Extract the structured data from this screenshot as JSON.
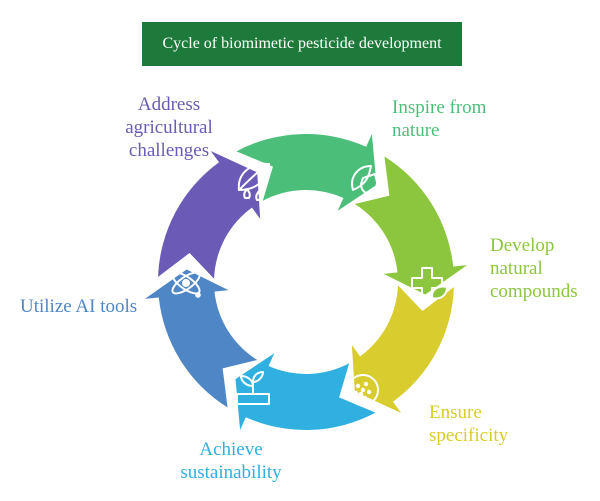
{
  "title": "Cycle of biomimetic pesticide development",
  "colors": {
    "title_bg": "#1e7a3a",
    "inspire": "#4bbf7a",
    "develop": "#8cc63f",
    "ensure": "#d8cc2e",
    "achieve": "#2fb0e0",
    "utilize": "#4f86c6",
    "address": "#6b5bb6"
  },
  "stages": [
    {
      "id": "inspire",
      "label_lines": [
        "Inspire from",
        "nature"
      ],
      "icon": "leaf-shield-icon"
    },
    {
      "id": "develop",
      "label_lines": [
        "Develop",
        "natural",
        "compounds"
      ],
      "icon": "medical-cross-leaf-icon"
    },
    {
      "id": "ensure",
      "label_lines": [
        "Ensure",
        "specificity"
      ],
      "icon": "dotted-target-icon"
    },
    {
      "id": "achieve",
      "label_lines": [
        "Achieve",
        "sustainability"
      ],
      "icon": "plant-sprout-icon"
    },
    {
      "id": "utilize",
      "label_lines": [
        "Utilize AI tools"
      ],
      "icon": "atom-network-icon"
    },
    {
      "id": "address",
      "label_lines": [
        "Address",
        "agricultural",
        "challenges"
      ],
      "icon": "leaf-droplets-icon"
    }
  ]
}
